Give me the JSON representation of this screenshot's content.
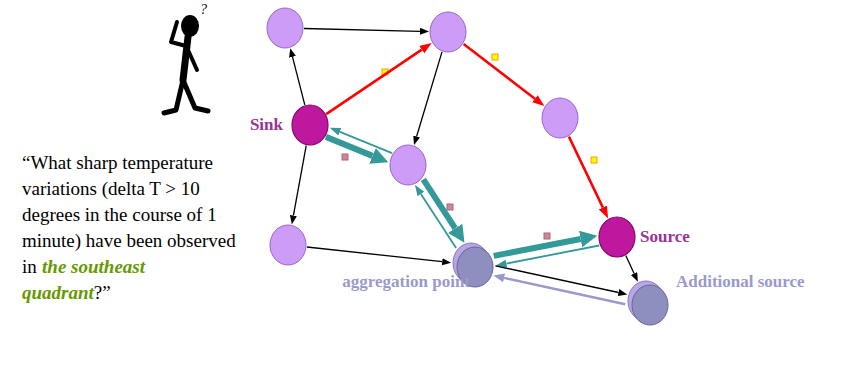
{
  "diagram": {
    "nodes": [
      {
        "text": []
      },
      {
        "text": []
      },
      {
        "text": [
          "Sink"
        ]
      },
      {
        "text": []
      },
      {
        "text": []
      },
      {
        "text": []
      },
      {
        "text": [
          "Source"
        ]
      },
      {
        "text": [
          "aggregation point"
        ]
      },
      {
        "text": [
          "Additional source"
        ]
      }
    ],
    "edges": [
      {
        "from": 0,
        "to": 1,
        "arrow": "to"
      },
      {
        "from": 2,
        "to": 0,
        "arrow": "to"
      },
      {
        "from": 2,
        "to": 1,
        "arrow": "to"
      },
      {
        "from": 1,
        "to": 3,
        "arrow": "to"
      },
      {
        "from": 3,
        "to": 6,
        "arrow": "to"
      },
      {
        "from": 1,
        "to": 4,
        "arrow": "to"
      },
      {
        "from": 2,
        "to": 4,
        "arrow": "to"
      },
      {
        "from": 4,
        "to": 2,
        "arrow": "to"
      },
      {
        "from": 2,
        "to": 5,
        "arrow": "to"
      },
      {
        "from": 4,
        "to": 7,
        "arrow": "to"
      },
      {
        "from": 7,
        "to": 4,
        "arrow": "to"
      },
      {
        "from": 5,
        "to": 7,
        "arrow": "to"
      },
      {
        "from": 7,
        "to": 6,
        "arrow": "to"
      },
      {
        "from": 6,
        "to": 7,
        "arrow": "to"
      },
      {
        "from": 7,
        "to": 8,
        "arrow": "to"
      },
      {
        "from": 6,
        "to": 8,
        "arrow": "to"
      },
      {
        "from": 8,
        "to": 7,
        "arrow": "to"
      }
    ],
    "labels": [
      "?",
      "“What sharp temperature variations (delta T > 10 degrees in the course of 1 minute) have been observed in",
      "the southeast quadrant",
      "?”"
    ]
  }
}
